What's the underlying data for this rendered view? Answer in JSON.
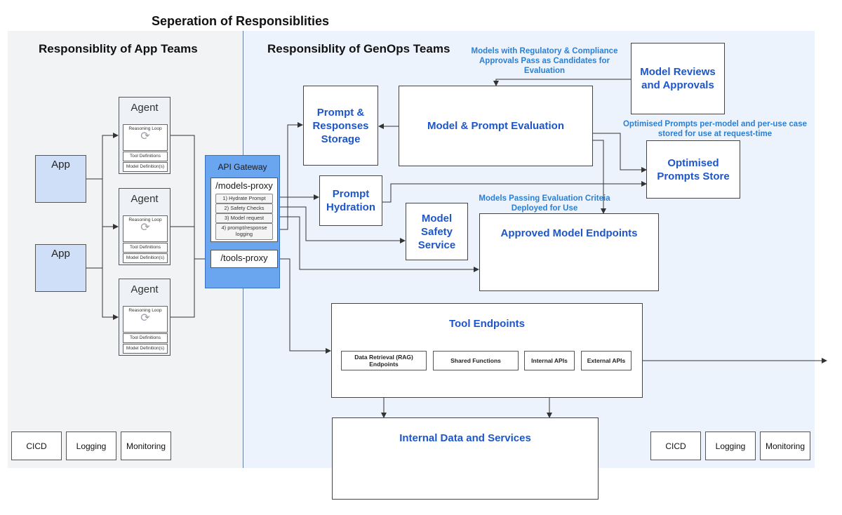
{
  "title": "Seperation of Responsiblities",
  "zones": {
    "app_title": "Responsiblity of App Teams",
    "genops_title": "Responsiblity of GenOps Teams"
  },
  "apps": [
    "App",
    "App"
  ],
  "agents": [
    {
      "title": "Agent",
      "loop": "Reasoning Loop",
      "tools": "Tool Definitions",
      "models": "Model Definition(s)"
    },
    {
      "title": "Agent",
      "loop": "Reasoning Loop",
      "tools": "Tool Definitions",
      "models": "Model Definition(s)"
    },
    {
      "title": "Agent",
      "loop": "Reasoning Loop",
      "tools": "Tool Definitions",
      "models": "Model Definition(s)"
    }
  ],
  "gateway": {
    "title": "API Gateway",
    "models_proxy": "/models-proxy",
    "steps": [
      "1) Hydrate Prompt",
      "2) Safety Checks",
      "3) Model request",
      "4) prompt/response logging"
    ],
    "tools_proxy": "/tools-proxy"
  },
  "genops": {
    "prompt_storage": "Prompt & Responses Storage",
    "evaluation": "Model & Prompt Evaluation",
    "reviews": "Model Reviews and Approvals",
    "optimised_store": "Optimised Prompts Store",
    "hydration": "Prompt Hydration",
    "safety": "Model Safety Service",
    "endpoints": "Approved Model Endpoints",
    "tool_endpoints": "Tool Endpoints",
    "tool_items": [
      "Data Retrieval (RAG) Endpoints",
      "Shared Functions",
      "Internal APIs",
      "External APIs"
    ],
    "internal_data": "Internal Data and Services"
  },
  "notes": {
    "regulatory": "Models with Regulatory & Compliance Approvals Pass as Candidates for Evaluation",
    "optimised": "Optimised Prompts per-model and per-use case stored for use at request-time",
    "passing": "Models Passing Evaluation Criteia Deployed for Use"
  },
  "footer_app": [
    "CICD",
    "Logging",
    "Monitoring"
  ],
  "footer_genops": [
    "CICD",
    "Logging",
    "Monitoring"
  ]
}
